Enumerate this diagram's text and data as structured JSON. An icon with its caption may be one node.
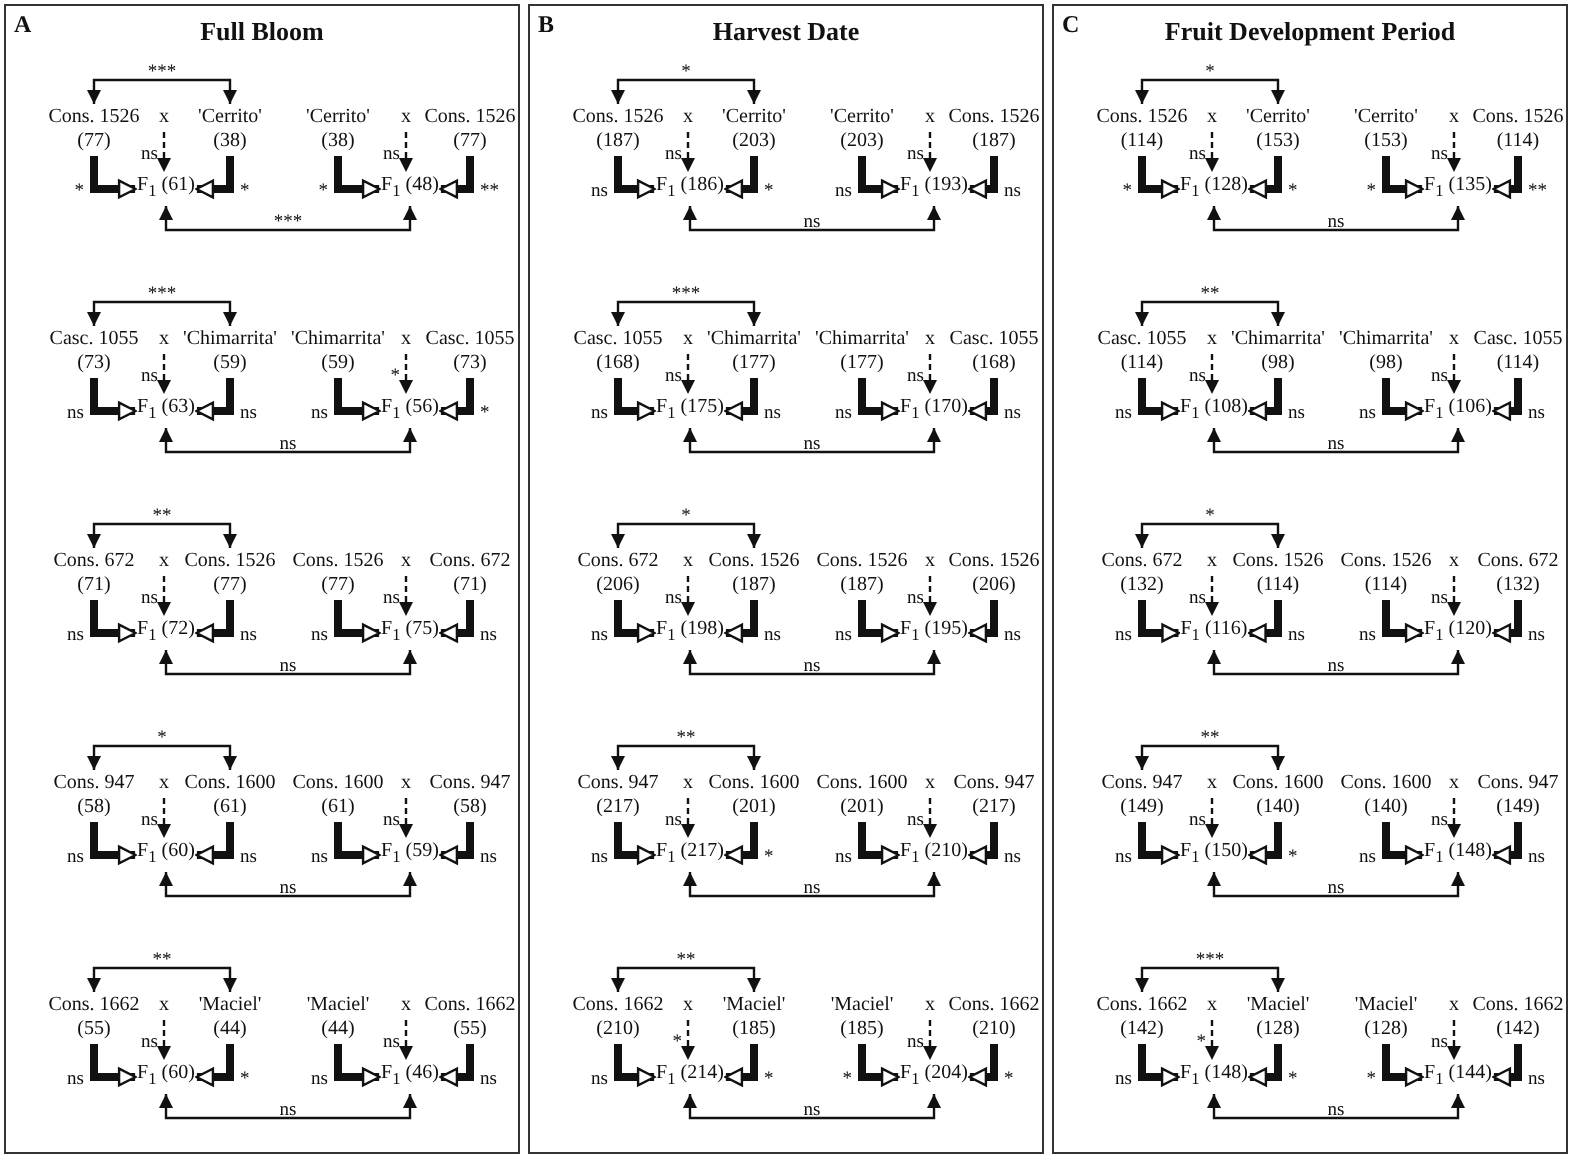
{
  "diagram": {
    "nodes": [
      {
        "text": [
          "A",
          "Full Bloom"
        ]
      },
      {
        "text": [
          "Cons. 1526",
          "(77)"
        ],
        "in": 0
      },
      {
        "text": [
          "x"
        ],
        "in": 0
      },
      {
        "text": [
          "'Cerrito'",
          "(38)"
        ],
        "in": 0
      },
      {
        "text": [
          "'Cerrito'",
          "(38)"
        ],
        "in": 0
      },
      {
        "text": [
          "x"
        ],
        "in": 0
      },
      {
        "text": [
          "Cons. 1526",
          "(77)"
        ],
        "in": 0
      },
      {
        "text": [
          "F$_{1}$ (61)"
        ],
        "in": 0
      },
      {
        "text": [
          "F$_{1}$ (48)"
        ],
        "in": 0
      },
      {
        "text": [
          "Casc. 1055",
          "(73)"
        ],
        "in": 0
      },
      {
        "text": [
          "x"
        ],
        "in": 0
      },
      {
        "text": [
          "'Chimarrita'",
          "(59)"
        ],
        "in": 0
      },
      {
        "text": [
          "'Chimarrita'",
          "(59)"
        ],
        "in": 0
      },
      {
        "text": [
          "x"
        ],
        "in": 0
      },
      {
        "text": [
          "Casc. 1055",
          "(73)"
        ],
        "in": 0
      },
      {
        "text": [
          "F$_{1}$ (63)"
        ],
        "in": 0
      },
      {
        "text": [
          "F$_{1}$ (56)"
        ],
        "in": 0
      },
      {
        "text": [
          "Cons. 672",
          "(71)"
        ],
        "in": 0
      },
      {
        "text": [
          "x"
        ],
        "in": 0
      },
      {
        "text": [
          "Cons. 1526",
          "(77)"
        ],
        "in": 0
      },
      {
        "text": [
          "Cons. 1526",
          "(77)"
        ],
        "in": 0
      },
      {
        "text": [
          "x"
        ],
        "in": 0
      },
      {
        "text": [
          "Cons. 672",
          "(71)"
        ],
        "in": 0
      },
      {
        "text": [
          "F$_{1}$ (72)"
        ],
        "in": 0
      },
      {
        "text": [
          "F$_{1}$ (75)"
        ],
        "in": 0
      },
      {
        "text": [
          "Cons. 947",
          "(58)"
        ],
        "in": 0
      },
      {
        "text": [
          "x"
        ],
        "in": 0
      },
      {
        "text": [
          "Cons. 1600",
          "(61)"
        ],
        "in": 0
      },
      {
        "text": [
          "Cons. 1600",
          "(61)"
        ],
        "in": 0
      },
      {
        "text": [
          "x"
        ],
        "in": 0
      },
      {
        "text": [
          "Cons. 947",
          "(58)"
        ],
        "in": 0
      },
      {
        "text": [
          "F$_{1}$ (60)"
        ],
        "in": 0
      },
      {
        "text": [
          "F$_{1}$ (59)"
        ],
        "in": 0
      },
      {
        "text": [
          "Cons. 1662",
          "(55)"
        ],
        "in": 0
      },
      {
        "text": [
          "x"
        ],
        "in": 0
      },
      {
        "text": [
          "'Maciel'",
          "(44)"
        ],
        "in": 0
      },
      {
        "text": [
          "'Maciel'",
          "(44)"
        ],
        "in": 0
      },
      {
        "text": [
          "x"
        ],
        "in": 0
      },
      {
        "text": [
          "Cons. 1662",
          "(55)"
        ],
        "in": 0
      },
      {
        "text": [
          "F$_{1}$ (60)"
        ],
        "in": 0
      },
      {
        "text": [
          "F$_{1}$ (46)"
        ],
        "in": 0
      },
      {
        "text": [
          "B",
          "Harvest Date"
        ]
      },
      {
        "text": [
          "Cons. 1526",
          "(187)"
        ],
        "in": 41
      },
      {
        "text": [
          "x"
        ],
        "in": 41
      },
      {
        "text": [
          "'Cerrito'",
          "(203)"
        ],
        "in": 41
      },
      {
        "text": [
          "'Cerrito'",
          "(203)"
        ],
        "in": 41
      },
      {
        "text": [
          "x"
        ],
        "in": 41
      },
      {
        "text": [
          "Cons. 1526",
          "(187)"
        ],
        "in": 41
      },
      {
        "text": [
          "F$_{1}$ (186)"
        ],
        "in": 41
      },
      {
        "text": [
          "F$_{1}$ (193)"
        ],
        "in": 41
      },
      {
        "text": [
          "Casc. 1055",
          "(168)"
        ],
        "in": 41
      },
      {
        "text": [
          "x"
        ],
        "in": 41
      },
      {
        "text": [
          "'Chimarrita'",
          "(177)"
        ],
        "in": 41
      },
      {
        "text": [
          "'Chimarrita'",
          "(177)"
        ],
        "in": 41
      },
      {
        "text": [
          "x"
        ],
        "in": 41
      },
      {
        "text": [
          "Casc. 1055",
          "(168)"
        ],
        "in": 41
      },
      {
        "text": [
          "F$_{1}$ (175)"
        ],
        "in": 41
      },
      {
        "text": [
          "F$_{1}$ (170)"
        ],
        "in": 41
      },
      {
        "text": [
          "Cons. 672",
          "(206)"
        ],
        "in": 41
      },
      {
        "text": [
          "x"
        ],
        "in": 41
      },
      {
        "text": [
          "Cons. 1526",
          "(187)"
        ],
        "in": 41
      },
      {
        "text": [
          "Cons. 1526",
          "(187)"
        ],
        "in": 41
      },
      {
        "text": [
          "x"
        ],
        "in": 41
      },
      {
        "text": [
          "Cons. 1526",
          "(206)"
        ],
        "in": 41
      },
      {
        "text": [
          "F$_{1}$ (198)"
        ],
        "in": 41
      },
      {
        "text": [
          "F$_{1}$ (195)"
        ],
        "in": 41
      },
      {
        "text": [
          "Cons. 947",
          "(217)"
        ],
        "in": 41
      },
      {
        "text": [
          "x"
        ],
        "in": 41
      },
      {
        "text": [
          "Cons. 1600",
          "(201)"
        ],
        "in": 41
      },
      {
        "text": [
          "Cons. 1600",
          "(201)"
        ],
        "in": 41
      },
      {
        "text": [
          "x"
        ],
        "in": 41
      },
      {
        "text": [
          "Cons. 947",
          "(217)"
        ],
        "in": 41
      },
      {
        "text": [
          "F$_{1}$ (217)"
        ],
        "in": 41
      },
      {
        "text": [
          "F$_{1}$ (210)"
        ],
        "in": 41
      },
      {
        "text": [
          "Cons. 1662",
          "(210)"
        ],
        "in": 41
      },
      {
        "text": [
          "x"
        ],
        "in": 41
      },
      {
        "text": [
          "'Maciel'",
          "(185)"
        ],
        "in": 41
      },
      {
        "text": [
          "'Maciel'",
          "(185)"
        ],
        "in": 41
      },
      {
        "text": [
          "x"
        ],
        "in": 41
      },
      {
        "text": [
          "Cons. 1662",
          "(210)"
        ],
        "in": 41
      },
      {
        "text": [
          "F$_{1}$ (214)"
        ],
        "in": 41
      },
      {
        "text": [
          "F$_{1}$ (204)"
        ],
        "in": 41
      },
      {
        "text": [
          "C",
          "Fruit Development Period"
        ]
      },
      {
        "text": [
          "Cons. 1526",
          "(114)"
        ],
        "in": 82
      },
      {
        "text": [
          "x"
        ],
        "in": 82
      },
      {
        "text": [
          "'Cerrito'",
          "(153)"
        ],
        "in": 82
      },
      {
        "text": [
          "'Cerrito'",
          "(153)"
        ],
        "in": 82
      },
      {
        "text": [
          "x"
        ],
        "in": 82
      },
      {
        "text": [
          "Cons. 1526",
          "(114)"
        ],
        "in": 82
      },
      {
        "text": [
          "F$_{1}$ (128)"
        ],
        "in": 82
      },
      {
        "text": [
          "F$_{1}$ (135)"
        ],
        "in": 82
      },
      {
        "text": [
          "Casc. 1055",
          "(114)"
        ],
        "in": 82
      },
      {
        "text": [
          "x"
        ],
        "in": 82
      },
      {
        "text": [
          "'Chimarrita'",
          "(98)"
        ],
        "in": 82
      },
      {
        "text": [
          "'Chimarrita'",
          "(98)"
        ],
        "in": 82
      },
      {
        "text": [
          "x"
        ],
        "in": 82
      },
      {
        "text": [
          "Casc. 1055",
          "(114)"
        ],
        "in": 82
      },
      {
        "text": [
          "F$_{1}$ (108)"
        ],
        "in": 82
      },
      {
        "text": [
          "F$_{1}$ (106)"
        ],
        "in": 82
      },
      {
        "text": [
          "Cons. 672",
          "(132)"
        ],
        "in": 82
      },
      {
        "text": [
          "x"
        ],
        "in": 82
      },
      {
        "text": [
          "Cons. 1526",
          "(114)"
        ],
        "in": 82
      },
      {
        "text": [
          "Cons. 1526",
          "(114)"
        ],
        "in": 82
      },
      {
        "text": [
          "x"
        ],
        "in": 82
      },
      {
        "text": [
          "Cons. 672",
          "(132)"
        ],
        "in": 82
      },
      {
        "text": [
          "F$_{1}$ (116)"
        ],
        "in": 82
      },
      {
        "text": [
          "F$_{1}$ (120)"
        ],
        "in": 82
      },
      {
        "text": [
          "Cons. 947",
          "(149)"
        ],
        "in": 82
      },
      {
        "text": [
          "x"
        ],
        "in": 82
      },
      {
        "text": [
          "Cons. 1600",
          "(140)"
        ],
        "in": 82
      },
      {
        "text": [
          "Cons. 1600",
          "(140)"
        ],
        "in": 82
      },
      {
        "text": [
          "x"
        ],
        "in": 82
      },
      {
        "text": [
          "Cons. 947",
          "(149)"
        ],
        "in": 82
      },
      {
        "text": [
          "F$_{1}$ (150)"
        ],
        "in": 82
      },
      {
        "text": [
          "F$_{1}$ (148)"
        ],
        "in": 82
      },
      {
        "text": [
          "Cons. 1662",
          "(142)"
        ],
        "in": 82
      },
      {
        "text": [
          "x"
        ],
        "in": 82
      },
      {
        "text": [
          "'Maciel'",
          "(128)"
        ],
        "in": 82
      },
      {
        "text": [
          "'Maciel'",
          "(128)"
        ],
        "in": 82
      },
      {
        "text": [
          "x"
        ],
        "in": 82
      },
      {
        "text": [
          "Cons. 1662",
          "(142)"
        ],
        "in": 82
      },
      {
        "text": [
          "F$_{1}$ (148)"
        ],
        "in": 82
      },
      {
        "text": [
          "F$_{1}$ (144)"
        ],
        "in": 82
      }
    ],
    "edges": [
      {
        "from": 1,
        "to": 3,
        "arrow": "both",
        "label": "***"
      },
      {
        "from": 7,
        "to": 8,
        "arrow": "both",
        "label": "***"
      },
      {
        "from": 9,
        "to": 11,
        "arrow": "both",
        "label": "***"
      },
      {
        "from": 50,
        "to": 52,
        "arrow": "both",
        "label": "***"
      },
      {
        "from": 115,
        "to": 117,
        "arrow": "both",
        "label": "***"
      },
      {
        "from": 6,
        "to": 8,
        "arrow": "to",
        "label": "**",
        "style": "thick"
      },
      {
        "from": 17,
        "to": 19,
        "arrow": "both",
        "label": "**"
      },
      {
        "from": 33,
        "to": 35,
        "arrow": "both",
        "label": "**"
      },
      {
        "from": 66,
        "to": 68,
        "arrow": "both",
        "label": "**"
      },
      {
        "from": 74,
        "to": 76,
        "arrow": "both",
        "label": "**"
      },
      {
        "from": 88,
        "to": 90,
        "arrow": "to",
        "label": "**",
        "style": "thick"
      },
      {
        "from": 91,
        "to": 93,
        "arrow": "both",
        "label": "**"
      },
      {
        "from": 107,
        "to": 109,
        "arrow": "both",
        "label": "**"
      },
      {
        "from": 2,
        "to": 7,
        "arrow": "to",
        "label": "ns",
        "style": "dashed"
      },
      {
        "from": 1,
        "to": 7,
        "arrow": "to",
        "label": "*",
        "style": "thick"
      },
      {
        "from": 3,
        "to": 7,
        "arrow": "to",
        "label": "*",
        "style": "thick"
      },
      {
        "from": 5,
        "to": 8,
        "arrow": "to",
        "label": "ns",
        "style": "dashed"
      },
      {
        "from": 4,
        "to": 8,
        "arrow": "to",
        "label": "*",
        "style": "thick"
      },
      {
        "from": 10,
        "to": 15,
        "arrow": "to",
        "label": "ns",
        "style": "dashed"
      },
      {
        "from": 9,
        "to": 15,
        "arrow": "to",
        "label": "ns",
        "style": "thick"
      },
      {
        "from": 11,
        "to": 15,
        "arrow": "to",
        "label": "ns",
        "style": "thick"
      },
      {
        "from": 13,
        "to": 16,
        "arrow": "to",
        "label": "*",
        "style": "dashed"
      },
      {
        "from": 12,
        "to": 16,
        "arrow": "to",
        "label": "ns",
        "style": "thick"
      },
      {
        "from": 14,
        "to": 16,
        "arrow": "to",
        "label": "*",
        "style": "thick"
      },
      {
        "from": 15,
        "to": 16,
        "arrow": "both",
        "label": "ns"
      },
      {
        "from": 18,
        "to": 23,
        "arrow": "to",
        "label": "ns",
        "style": "dashed"
      },
      {
        "from": 17,
        "to": 23,
        "arrow": "to",
        "label": "ns",
        "style": "thick"
      },
      {
        "from": 19,
        "to": 23,
        "arrow": "to",
        "label": "ns",
        "style": "thick"
      },
      {
        "from": 21,
        "to": 24,
        "arrow": "to",
        "label": "ns",
        "style": "dashed"
      },
      {
        "from": 20,
        "to": 24,
        "arrow": "to",
        "label": "ns",
        "style": "thick"
      },
      {
        "from": 22,
        "to": 24,
        "arrow": "to",
        "label": "ns",
        "style": "thick"
      },
      {
        "from": 23,
        "to": 24,
        "arrow": "both",
        "label": "ns"
      },
      {
        "from": 25,
        "to": 27,
        "arrow": "both",
        "label": "*"
      },
      {
        "from": 26,
        "to": 31,
        "arrow": "to",
        "label": "ns",
        "style": "dashed"
      },
      {
        "from": 25,
        "to": 31,
        "arrow": "to",
        "label": "ns",
        "style": "thick"
      },
      {
        "from": 27,
        "to": 31,
        "arrow": "to",
        "label": "ns",
        "style": "thick"
      },
      {
        "from": 29,
        "to": 32,
        "arrow": "to",
        "label": "ns",
        "style": "dashed"
      },
      {
        "from": 28,
        "to": 32,
        "arrow": "to",
        "label": "ns",
        "style": "thick"
      },
      {
        "from": 30,
        "to": 32,
        "arrow": "to",
        "label": "ns",
        "style": "thick"
      },
      {
        "from": 31,
        "to": 32,
        "arrow": "both",
        "label": "ns"
      },
      {
        "from": 34,
        "to": 39,
        "arrow": "to",
        "label": "ns",
        "style": "dashed"
      },
      {
        "from": 33,
        "to": 39,
        "arrow": "to",
        "label": "ns",
        "style": "thick"
      },
      {
        "from": 35,
        "to": 39,
        "arrow": "to",
        "label": "*",
        "style": "thick"
      },
      {
        "from": 37,
        "to": 40,
        "arrow": "to",
        "label": "ns",
        "style": "dashed"
      },
      {
        "from": 36,
        "to": 40,
        "arrow": "to",
        "label": "ns",
        "style": "thick"
      },
      {
        "from": 38,
        "to": 40,
        "arrow": "to",
        "label": "ns",
        "style": "thick"
      },
      {
        "from": 39,
        "to": 40,
        "arrow": "both",
        "label": "ns"
      },
      {
        "from": 42,
        "to": 44,
        "arrow": "both",
        "label": "*"
      },
      {
        "from": 43,
        "to": 48,
        "arrow": "to",
        "label": "ns",
        "style": "dashed"
      },
      {
        "from": 42,
        "to": 48,
        "arrow": "to",
        "label": "ns",
        "style": "thick"
      },
      {
        "from": 44,
        "to": 48,
        "arrow": "to",
        "label": "*",
        "style": "thick"
      },
      {
        "from": 46,
        "to": 49,
        "arrow": "to",
        "label": "ns",
        "style": "dashed"
      },
      {
        "from": 45,
        "to": 49,
        "arrow": "to",
        "label": "ns",
        "style": "thick"
      },
      {
        "from": 47,
        "to": 49,
        "arrow": "to",
        "label": "ns",
        "style": "thick"
      },
      {
        "from": 48,
        "to": 49,
        "arrow": "both",
        "label": "ns"
      },
      {
        "from": 51,
        "to": 56,
        "arrow": "to",
        "label": "ns",
        "style": "dashed"
      },
      {
        "from": 50,
        "to": 56,
        "arrow": "to",
        "label": "ns",
        "style": "thick"
      },
      {
        "from": 52,
        "to": 56,
        "arrow": "to",
        "label": "ns",
        "style": "thick"
      },
      {
        "from": 54,
        "to": 57,
        "arrow": "to",
        "label": "ns",
        "style": "dashed"
      },
      {
        "from": 53,
        "to": 57,
        "arrow": "to",
        "label": "ns",
        "style": "thick"
      },
      {
        "from": 55,
        "to": 57,
        "arrow": "to",
        "label": "ns",
        "style": "thick"
      },
      {
        "from": 56,
        "to": 57,
        "arrow": "both",
        "label": "ns"
      },
      {
        "from": 58,
        "to": 60,
        "arrow": "both",
        "label": "*"
      },
      {
        "from": 59,
        "to": 64,
        "arrow": "to",
        "label": "ns",
        "style": "dashed"
      },
      {
        "from": 58,
        "to": 64,
        "arrow": "to",
        "label": "ns",
        "style": "thick"
      },
      {
        "from": 60,
        "to": 64,
        "arrow": "to",
        "label": "ns",
        "style": "thick"
      },
      {
        "from": 62,
        "to": 65,
        "arrow": "to",
        "label": "ns",
        "style": "dashed"
      },
      {
        "from": 61,
        "to": 65,
        "arrow": "to",
        "label": "ns",
        "style": "thick"
      },
      {
        "from": 63,
        "to": 65,
        "arrow": "to",
        "label": "ns",
        "style": "thick"
      },
      {
        "from": 64,
        "to": 65,
        "arrow": "both",
        "label": "ns"
      },
      {
        "from": 67,
        "to": 72,
        "arrow": "to",
        "label": "ns",
        "style": "dashed"
      },
      {
        "from": 66,
        "to": 72,
        "arrow": "to",
        "label": "ns",
        "style": "thick"
      },
      {
        "from": 68,
        "to": 72,
        "arrow": "to",
        "label": "*",
        "style": "thick"
      },
      {
        "from": 70,
        "to": 73,
        "arrow": "to",
        "label": "ns",
        "style": "dashed"
      },
      {
        "from": 69,
        "to": 73,
        "arrow": "to",
        "label": "ns",
        "style": "thick"
      },
      {
        "from": 71,
        "to": 73,
        "arrow": "to",
        "label": "ns",
        "style": "thick"
      },
      {
        "from": 72,
        "to": 73,
        "arrow": "both",
        "label": "ns"
      },
      {
        "from": 75,
        "to": 80,
        "arrow": "to",
        "label": "*",
        "style": "dashed"
      },
      {
        "from": 74,
        "to": 80,
        "arrow": "to",
        "label": "ns",
        "style": "thick"
      },
      {
        "from": 76,
        "to": 80,
        "arrow": "to",
        "label": "*",
        "style": "thick"
      },
      {
        "from": 78,
        "to": 81,
        "arrow": "to",
        "label": "ns",
        "style": "dashed"
      },
      {
        "from": 77,
        "to": 81,
        "arrow": "to",
        "label": "*",
        "style": "thick"
      },
      {
        "from": 79,
        "to": 81,
        "arrow": "to",
        "label": "*",
        "style": "thick"
      },
      {
        "from": 80,
        "to": 81,
        "arrow": "both",
        "label": "ns"
      },
      {
        "from": 83,
        "to": 85,
        "arrow": "both",
        "label": "*"
      },
      {
        "from": 84,
        "to": 89,
        "arrow": "to",
        "label": "ns",
        "style": "dashed"
      },
      {
        "from": 83,
        "to": 89,
        "arrow": "to",
        "label": "*",
        "style": "thick"
      },
      {
        "from": 85,
        "to": 89,
        "arrow": "to",
        "label": "*",
        "style": "thick"
      },
      {
        "from": 87,
        "to": 90,
        "arrow": "to",
        "label": "ns",
        "style": "dashed"
      },
      {
        "from": 86,
        "to": 90,
        "arrow": "to",
        "label": "*",
        "style": "thick"
      },
      {
        "from": 89,
        "to": 90,
        "arrow": "both",
        "label": "ns"
      },
      {
        "from": 92,
        "to": 97,
        "arrow": "to",
        "label": "ns",
        "style": "dashed"
      },
      {
        "from": 91,
        "to": 97,
        "arrow": "to",
        "label": "ns",
        "style": "thick"
      },
      {
        "from": 93,
        "to": 97,
        "arrow": "to",
        "label": "ns",
        "style": "thick"
      },
      {
        "from": 95,
        "to": 98,
        "arrow": "to",
        "label": "ns",
        "style": "dashed"
      },
      {
        "from": 94,
        "to": 98,
        "arrow": "to",
        "label": "ns",
        "style": "thick"
      },
      {
        "from": 96,
        "to": 98,
        "arrow": "to",
        "label": "ns",
        "style": "thick"
      },
      {
        "from": 97,
        "to": 98,
        "arrow": "both",
        "label": "ns"
      },
      {
        "from": 99,
        "to": 101,
        "arrow": "both",
        "label": "*"
      },
      {
        "from": 100,
        "to": 105,
        "arrow": "to",
        "label": "ns",
        "style": "dashed"
      },
      {
        "from": 99,
        "to": 105,
        "arrow": "to",
        "label": "ns",
        "style": "thick"
      },
      {
        "from": 101,
        "to": 105,
        "arrow": "to",
        "label": "ns",
        "style": "thick"
      },
      {
        "from": 103,
        "to": 106,
        "arrow": "to",
        "label": "ns",
        "style": "dashed"
      },
      {
        "from": 102,
        "to": 106,
        "arrow": "to",
        "label": "ns",
        "style": "thick"
      },
      {
        "from": 104,
        "to": 106,
        "arrow": "to",
        "label": "ns",
        "style": "thick"
      },
      {
        "from": 105,
        "to": 106,
        "arrow": "both",
        "label": "ns"
      },
      {
        "from": 108,
        "to": 113,
        "arrow": "to",
        "label": "ns",
        "style": "dashed"
      },
      {
        "from": 107,
        "to": 113,
        "arrow": "to",
        "label": "ns",
        "style": "thick"
      },
      {
        "from": 109,
        "to": 113,
        "arrow": "to",
        "label": "*",
        "style": "thick"
      },
      {
        "from": 111,
        "to": 114,
        "arrow": "to",
        "label": "ns",
        "style": "dashed"
      },
      {
        "from": 110,
        "to": 114,
        "arrow": "to",
        "label": "ns",
        "style": "thick"
      },
      {
        "from": 112,
        "to": 114,
        "arrow": "to",
        "label": "ns",
        "style": "thick"
      },
      {
        "from": 113,
        "to": 114,
        "arrow": "both",
        "label": "ns"
      },
      {
        "from": 116,
        "to": 121,
        "arrow": "to",
        "label": "*",
        "style": "dashed"
      },
      {
        "from": 115,
        "to": 121,
        "arrow": "to",
        "label": "ns",
        "style": "thick"
      },
      {
        "from": 117,
        "to": 121,
        "arrow": "to",
        "label": "*",
        "style": "thick"
      },
      {
        "from": 119,
        "to": 122,
        "arrow": "to",
        "label": "ns",
        "style": "dashed"
      },
      {
        "from": 118,
        "to": 122,
        "arrow": "to",
        "label": "*",
        "style": "thick"
      },
      {
        "from": 120,
        "to": 122,
        "arrow": "to",
        "label": "ns",
        "style": "thick"
      },
      {
        "from": 121,
        "to": 122,
        "arrow": "both",
        "label": "ns"
      }
    ]
  }
}
